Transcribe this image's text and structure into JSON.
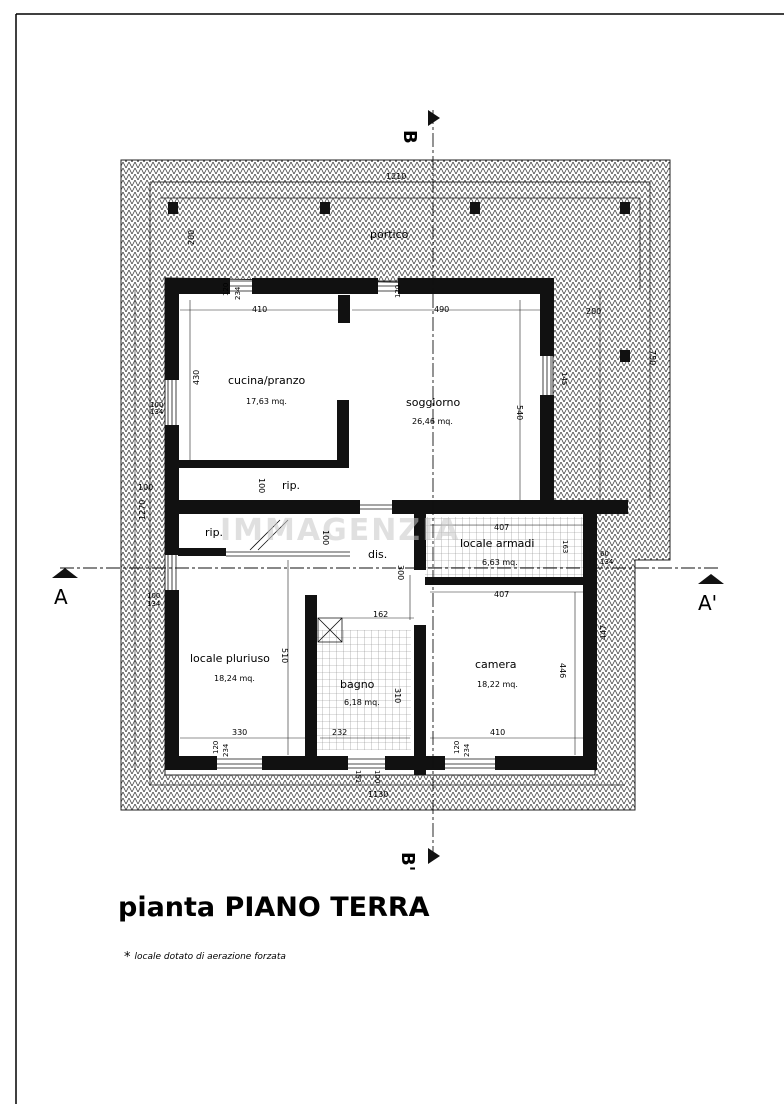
{
  "plan": {
    "title": "pianta PIANO TERRA",
    "footnote": "locale dotato di aerazione forzata",
    "footnote_marker": "*",
    "watermark": "IMMAGENZIA",
    "rooms": [
      {
        "name": "portico",
        "area": ""
      },
      {
        "name": "cucina/pranzo",
        "area": "17,63 mq."
      },
      {
        "name": "soggiorno",
        "area": "26,46 mq."
      },
      {
        "name": "rip.",
        "area": ""
      },
      {
        "name": "rip.",
        "area": ""
      },
      {
        "name": "dis.",
        "area": ""
      },
      {
        "name": "locale armadi",
        "area": "6,63 mq."
      },
      {
        "name": "locale pluriuso",
        "area": "18,24 mq."
      },
      {
        "name": "bagno",
        "area": "6,18 mq."
      },
      {
        "name": "camera",
        "area": "18,22 mq."
      }
    ],
    "dimensions": [
      "1210",
      "200",
      "120",
      "234",
      "410",
      "120",
      "490",
      "430",
      "100",
      "134",
      "540",
      "145",
      "200",
      "750",
      "100",
      "100",
      "100",
      "1270",
      "407",
      "163",
      "60",
      "134",
      "300",
      "407",
      "162",
      "100",
      "134",
      "510",
      "446",
      "310",
      "447",
      "330",
      "120",
      "234",
      "232",
      "100",
      "120",
      "234",
      "410",
      "151",
      "1130"
    ],
    "section_marks": {
      "top": "B",
      "bottom": "B'",
      "left": "A",
      "right": "A'"
    }
  }
}
